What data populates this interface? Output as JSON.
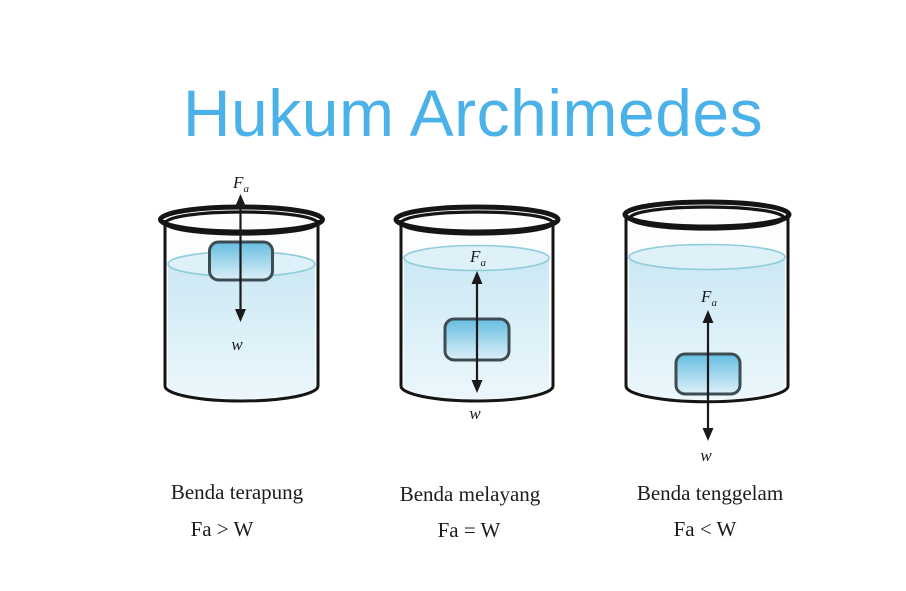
{
  "title": "Hukum Archimedes",
  "colors": {
    "title_blue": "#4ab2e8",
    "text_dark": "#1c1c1c",
    "outline_black": "#151515",
    "glass_fill": "#fbfdfe",
    "water_top": "#cbe8f4",
    "water_bottom": "#ecf7fc",
    "surface_fill": "#dff1f8",
    "surface_stroke": "#8fccda",
    "object_top": "#66bde0",
    "object_bottom": "#ddf0f9",
    "object_border": "#3d4c53"
  },
  "force_labels": {
    "buoyancy_symbol": "F",
    "buoyancy_subscript": "a",
    "weight_symbol": "w"
  },
  "panels": [
    {
      "caption": "Benda terapung",
      "formula": "Fa > W"
    },
    {
      "caption": "Benda melayang",
      "formula": "Fa = W"
    },
    {
      "caption": "Benda tenggelam",
      "formula": "Fa < W"
    }
  ]
}
